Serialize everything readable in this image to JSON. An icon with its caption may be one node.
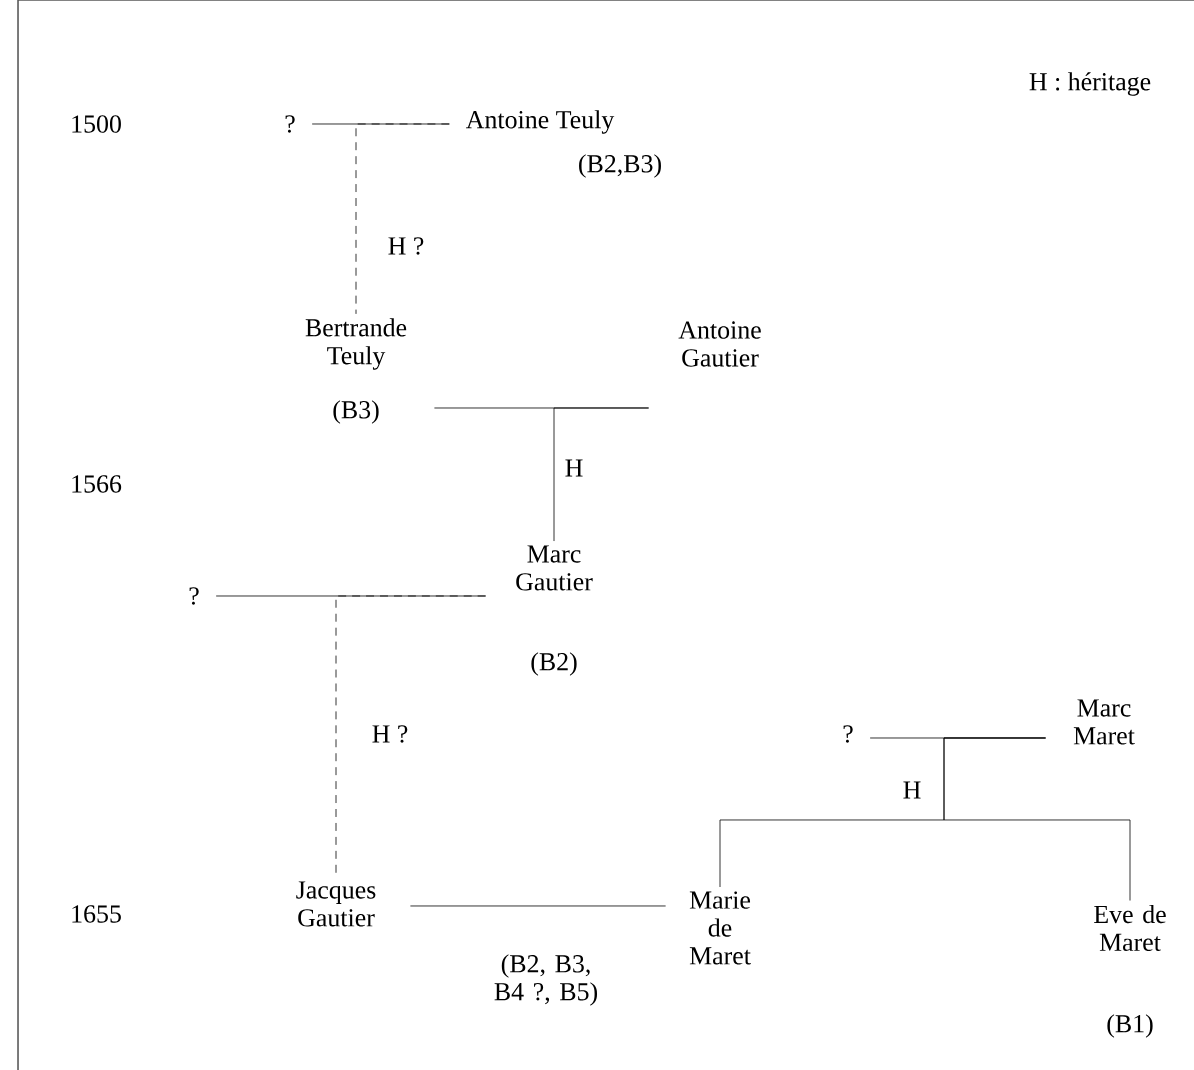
{
  "diagram": {
    "nodes": [
      {
        "text": [
          "?"
        ]
      },
      {
        "text": [
          "Antoine Teuly"
        ],
        "beside": [
          "(B2,B3)"
        ]
      },
      {
        "text": [
          "Bertrande Teuly"
        ],
        "beside": [
          "(B3)"
        ]
      },
      {
        "text": [
          "Antoine Gautier"
        ]
      },
      {
        "text": [
          "?"
        ]
      },
      {
        "text": [
          "Marc Gautier"
        ],
        "beside": [
          "(B2)"
        ]
      },
      {
        "text": [
          "Jacques Gautier"
        ]
      },
      {
        "text": [
          "Marie de Maret"
        ]
      },
      {
        "text": [
          "?"
        ]
      },
      {
        "text": [
          "Marc Maret"
        ]
      },
      {
        "text": [
          "Eve de Maret"
        ],
        "beside": [
          "(B1)"
        ]
      }
    ],
    "edges": [
      {
        "from": 0,
        "to": 1,
        "arrow": "none"
      },
      {
        "from": 1,
        "to": 2,
        "arrow": "none",
        "style": "dashed",
        "label": "H ?"
      },
      {
        "from": 2,
        "to": 3,
        "arrow": "none"
      },
      {
        "from": 3,
        "to": 5,
        "arrow": "none",
        "label": "H"
      },
      {
        "from": 4,
        "to": 5,
        "arrow": "none"
      },
      {
        "from": 5,
        "to": 6,
        "arrow": "none",
        "style": "dashed",
        "label": "H ?"
      },
      {
        "from": 6,
        "to": 7,
        "arrow": "none",
        "label": "(B2, B3, B4 ?, B5)"
      },
      {
        "from": 8,
        "to": 9,
        "arrow": "none"
      },
      {
        "from": 9,
        "to": 7,
        "arrow": "none",
        "label": "H"
      },
      {
        "from": 9,
        "to": 10,
        "arrow": "none"
      }
    ],
    "labels": [
      "H : héritage",
      "1500",
      "1566",
      "1655"
    ]
  }
}
